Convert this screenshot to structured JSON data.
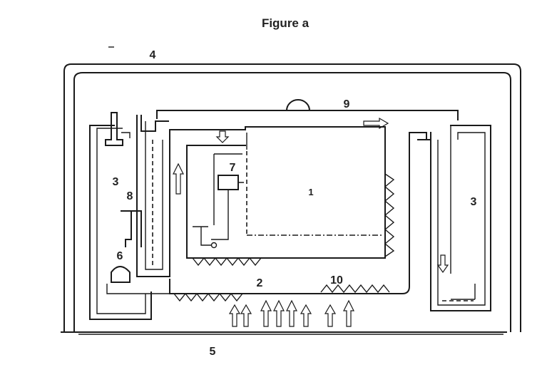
{
  "figure": {
    "title": "Figure a",
    "labels": {
      "l1": "1",
      "l2": "2",
      "l3_left": "3",
      "l3_right": "3",
      "l4": "4",
      "l5": "5",
      "l6": "6",
      "l7": "7",
      "l8": "8",
      "l9": "9",
      "l10": "10"
    }
  }
}
